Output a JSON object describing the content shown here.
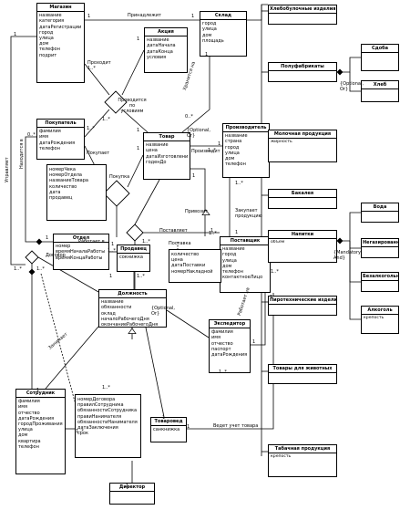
{
  "entities": {
    "magazin": {
      "title": "Магазин",
      "attrs": [
        "название",
        "категория",
        "датаРегистрации",
        "город",
        "улица",
        "дом",
        "телефон",
        "подрит"
      ]
    },
    "aktsiya": {
      "title": "Акция",
      "attrs": [
        "название",
        "датаНачала",
        "датаКонца",
        "условия"
      ]
    },
    "sklad": {
      "title": "Склад",
      "attrs": [
        "город",
        "улица",
        "дом",
        "площадь"
      ]
    },
    "pokupatel": {
      "title": "Покупатель",
      "attrs": [
        "фамилия",
        "имя",
        "датаРождения",
        "телефон"
      ]
    },
    "tovar": {
      "title": "Товар",
      "attrs": [
        "название",
        "цена",
        "датаИзготовления",
        "годенДо"
      ]
    },
    "proizvoditel": {
      "title": "Производитель",
      "attrs": [
        "название",
        "страна",
        "город",
        "улица",
        "дом",
        "телефон"
      ]
    },
    "pokupka": {
      "title": "",
      "attrs": [
        "номерЧека",
        "номерОтдела",
        "названиеТовара",
        "количество",
        "дата",
        "продавец"
      ]
    },
    "otdel": {
      "title": "Отдел",
      "attrs": [
        "номер",
        "времяНачалаРаботы",
        "времяКонцаРаботы"
      ]
    },
    "prodavets": {
      "title": "Продавец",
      "attrs": [
        "сокнижка"
      ]
    },
    "postavshik": {
      "title": "Поставщик",
      "attrs": [
        "название",
        "город",
        "улица",
        "дом",
        "телефон",
        "контактноеЛицо"
      ]
    },
    "postavka": {
      "title": "",
      "attrs": [
        "количество",
        "цена",
        "датаПоставки",
        "номерНакладной"
      ]
    },
    "dolzhnost": {
      "title": "Должность",
      "attrs": [
        "название",
        "обязанности",
        "оклад",
        "началоРабочегоДня",
        "окончаниеРабочегоДня"
      ]
    },
    "ekspeditor": {
      "title": "Экспедитор",
      "attrs": [
        "фамилия",
        "имя",
        "отчество",
        "паспорт",
        "датаРождения"
      ]
    },
    "dogovor": {
      "title": "",
      "attrs": [
        "номерДоговора",
        "правилСотрудника",
        "обязанностиСотрудника",
        "правиНанимателя",
        "обязанностиНанимателя",
        "датаЗаключения",
        "срок"
      ]
    },
    "sotrudnik": {
      "title": "Сотрудник",
      "attrs": [
        "фамилия",
        "имя",
        "отчество",
        "датаРождения",
        "городПроживания",
        "улица",
        "дом",
        "квартира",
        "телефон"
      ]
    },
    "tovaroved": {
      "title": "Товаровед",
      "attrs": [
        "санкнижка"
      ]
    },
    "direktor": {
      "title": "Директор",
      "attrs": []
    }
  },
  "categories": [
    {
      "title": "Хлебобулочные изделия",
      "attrs": []
    },
    {
      "title": "Полуфабрикаты",
      "attrs": []
    },
    {
      "title": "Молочная продукция",
      "attrs": [
        "жирность"
      ]
    },
    {
      "title": "Бакалея",
      "attrs": []
    },
    {
      "title": "Напитки",
      "attrs": [
        "объем"
      ]
    },
    {
      "title": "Пиротехнические изделия",
      "attrs": []
    },
    {
      "title": "Товары для животных",
      "attrs": []
    },
    {
      "title": "Табачная продукция",
      "attrs": [
        "крепость"
      ]
    }
  ],
  "subcategories": [
    {
      "title": "Сдоба",
      "attrs": []
    },
    {
      "title": "Хлеб",
      "attrs": []
    },
    {
      "title": "Вода",
      "attrs": []
    },
    {
      "title": "Негазированные",
      "attrs": []
    },
    {
      "title": "Безалкогольные",
      "attrs": []
    },
    {
      "title": "Алкоголь",
      "attrs": [
        "крепость"
      ]
    }
  ],
  "labels": {
    "prinadlezhit": "Принадлежит",
    "prohodit": "Проходит",
    "provoditsya": "Проводится\nпо\nусловиям",
    "hranitsya": "Хранится на",
    "pokupaet": "Покупает",
    "pokupka": "Покупка",
    "proizvodit": "Производит",
    "nahoditsya": "Находится в",
    "upravlyaet": "Управляет",
    "rabotaet_v": "Работает в",
    "privozit": "Привозит",
    "postavlyaet": "Поставляет",
    "postavka": "Поставка",
    "zakupaet": "Закупает\nпродукцию",
    "dogovor": "Договор",
    "zanimaet": "Занимает",
    "rabotaet_na": "Работает на",
    "vedet_uchet": "Ведет учет товара",
    "disjoint": "{Optional,\nOr}",
    "disjoint2": "{Optional,\nOr}",
    "disjoint3": "{Mandatory,\nAnd}",
    "disjoint4": "{Optional,\nOr}"
  },
  "mult": [
    "1",
    "1",
    "1..*",
    "1",
    "1",
    "1..*",
    "0..*",
    "1",
    "1..*",
    "1",
    "1",
    "1..*",
    "1..*",
    "1",
    "1",
    "1..*",
    "1",
    "1..*",
    "0..*",
    "1",
    "1..*",
    "1",
    "1..*",
    "1",
    "1..*",
    "1",
    "1..*",
    "1",
    "1",
    "1..*",
    "1",
    "1",
    "1..*",
    "1",
    "1..*",
    "1",
    "1..*"
  ]
}
